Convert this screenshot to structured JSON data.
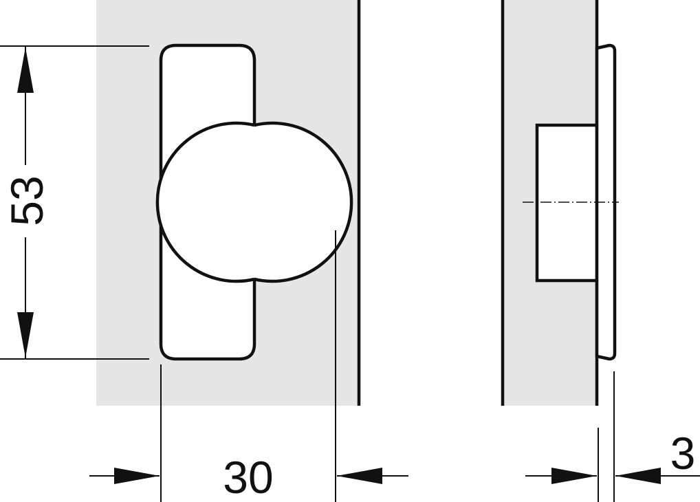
{
  "colors": {
    "line": "#111111",
    "panel": "#e6e6e6",
    "background": "#ffffff",
    "part": "#ffffff"
  },
  "dimensions": {
    "height_label": "53",
    "width_label": "30",
    "thickness_label": "3"
  }
}
